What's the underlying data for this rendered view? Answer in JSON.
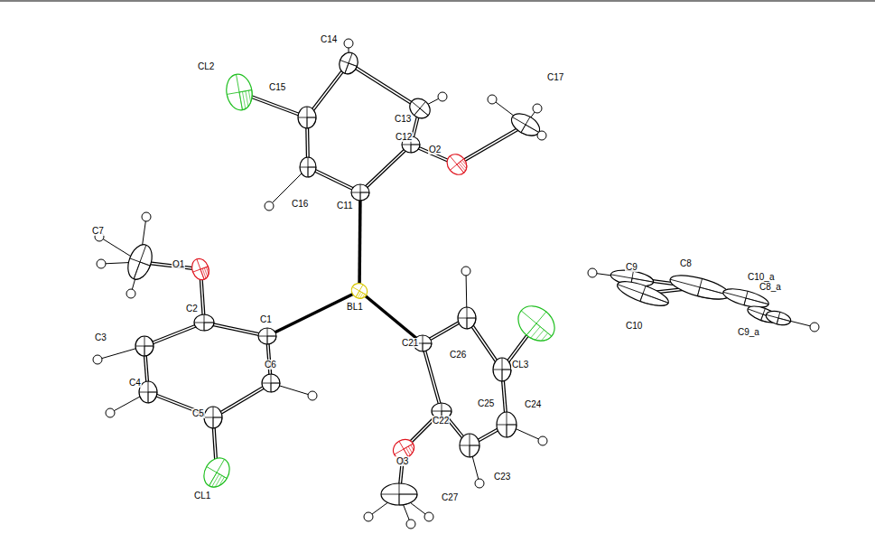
{
  "diagram": {
    "labels": [
      "CL2",
      "C14",
      "C17",
      "C15",
      "C13",
      "C12",
      "O2",
      "C16",
      "C11",
      "C7",
      "O1",
      "C9",
      "C8",
      "C10_a",
      "BL1",
      "C10",
      "C8_a",
      "C9_a",
      "C2",
      "C1",
      "C21",
      "C26",
      "CL3",
      "C3",
      "C6",
      "C25",
      "C4",
      "C5",
      "C22",
      "C24",
      "O3",
      "C23",
      "CL1",
      "C27"
    ]
  }
}
